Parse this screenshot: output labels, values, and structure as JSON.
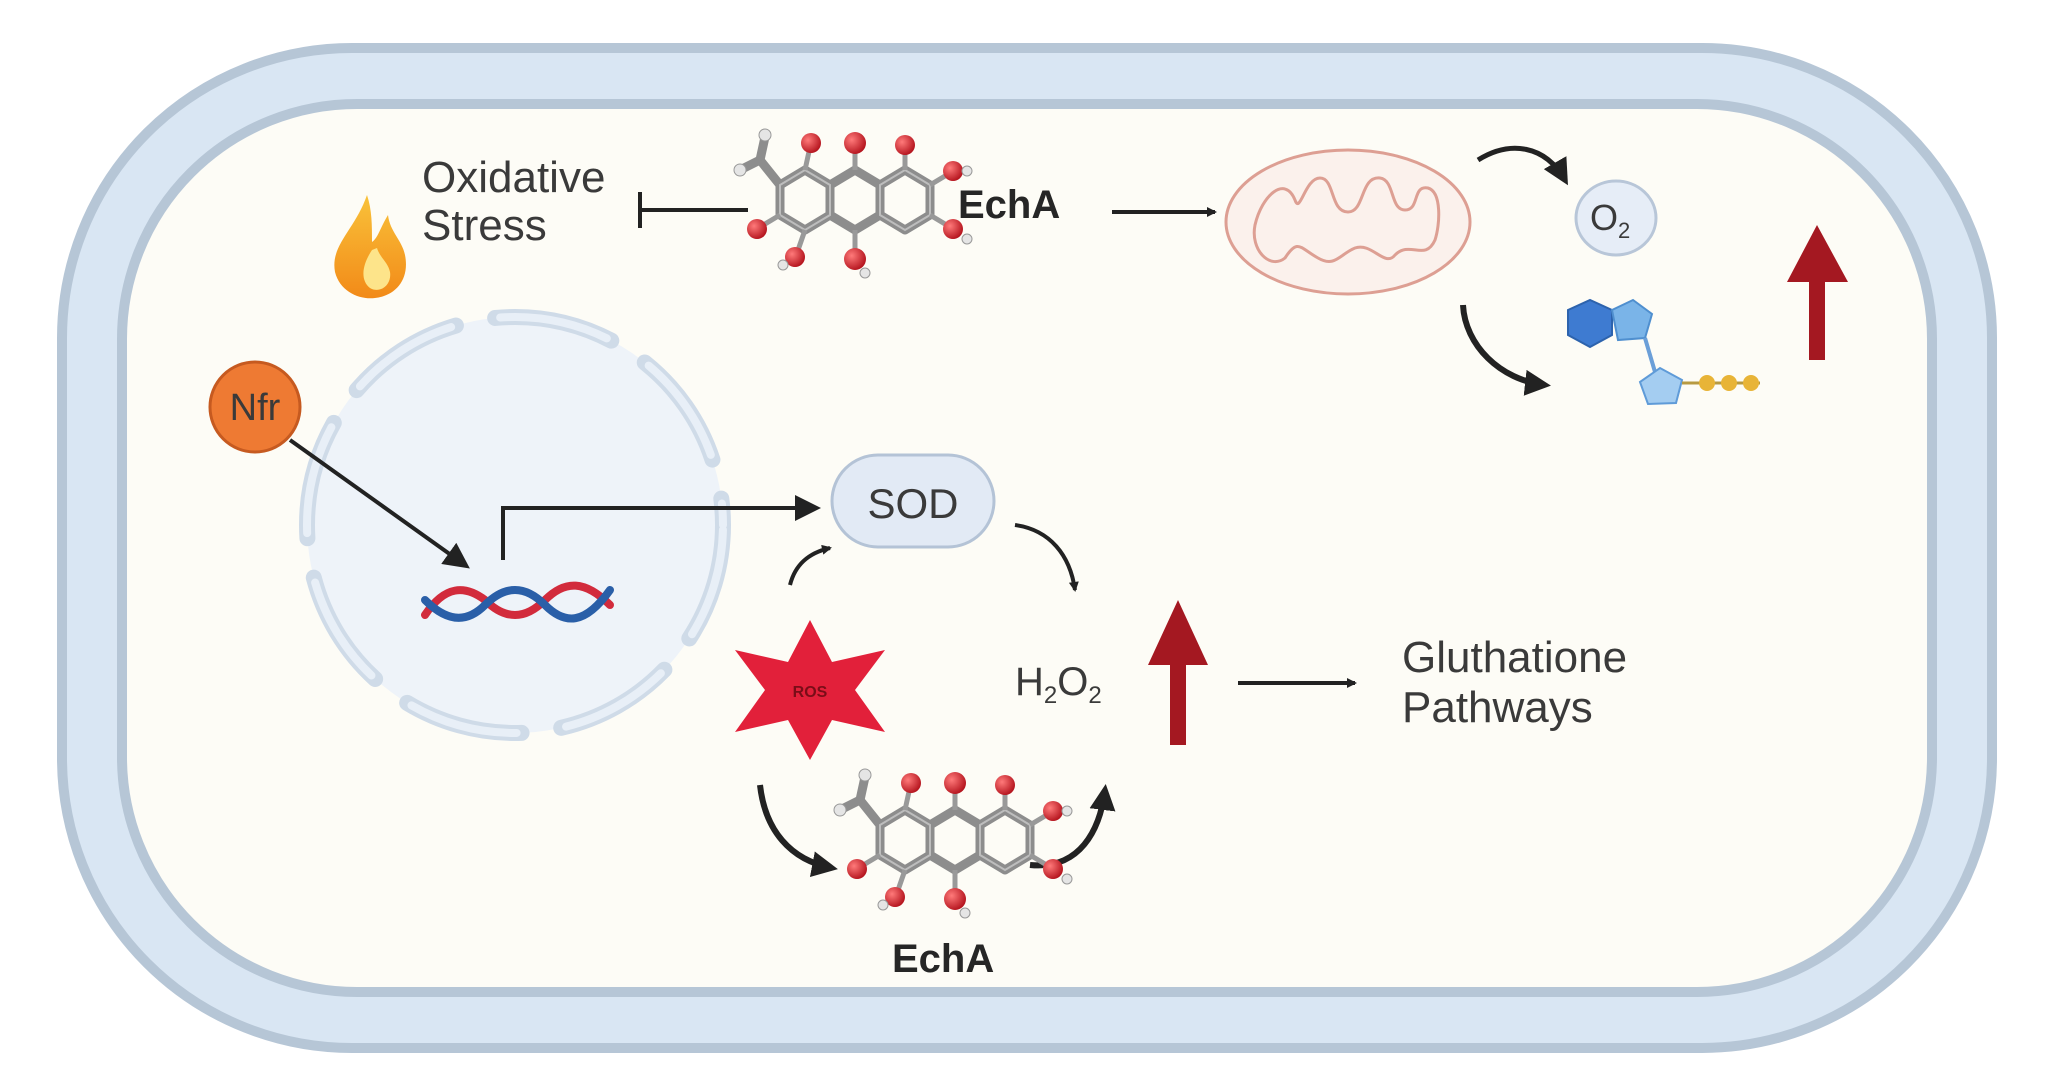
{
  "labels": {
    "oxidative_line1": "Oxidative",
    "oxidative_line2": "Stress",
    "echa_top": "EchA",
    "echa_bottom": "EchA",
    "nfr": "Nfr",
    "sod": "SOD",
    "ros": "ROS",
    "o2_main": "O",
    "o2_sub": "2",
    "h2o2_h": "H",
    "h2o2_sub1": "2",
    "h2o2_o": "O",
    "h2o2_sub2": "2",
    "gluthatione_line1": "Gluthatione",
    "gluthatione_line2": "Pathways"
  },
  "colors": {
    "membrane_outer": "#b9c9d8",
    "membrane_inner": "#dce8f4",
    "cytoplasm": "#fdfcf6",
    "nucleus_fill": "#eef3f9",
    "nucleus_dash": "#cfdbe8",
    "arrow": "#222222",
    "up_arrow": "#a41821",
    "ros_star": "#e2203a",
    "nfr_fill": "#ee7a33",
    "sod_fill": "#e2eaf5",
    "dna_red": "#d22b3c",
    "dna_blue": "#2a5fa8",
    "mito_stroke": "#e2a59b",
    "atom_red": "#c8242c",
    "atom_grey": "#8a8a8a"
  },
  "icons": [
    "flame-icon",
    "molecule-icon",
    "mitochondrion-icon",
    "dna-icon",
    "ros-star-icon",
    "atp-molecule-icon",
    "up-arrow-icon"
  ]
}
